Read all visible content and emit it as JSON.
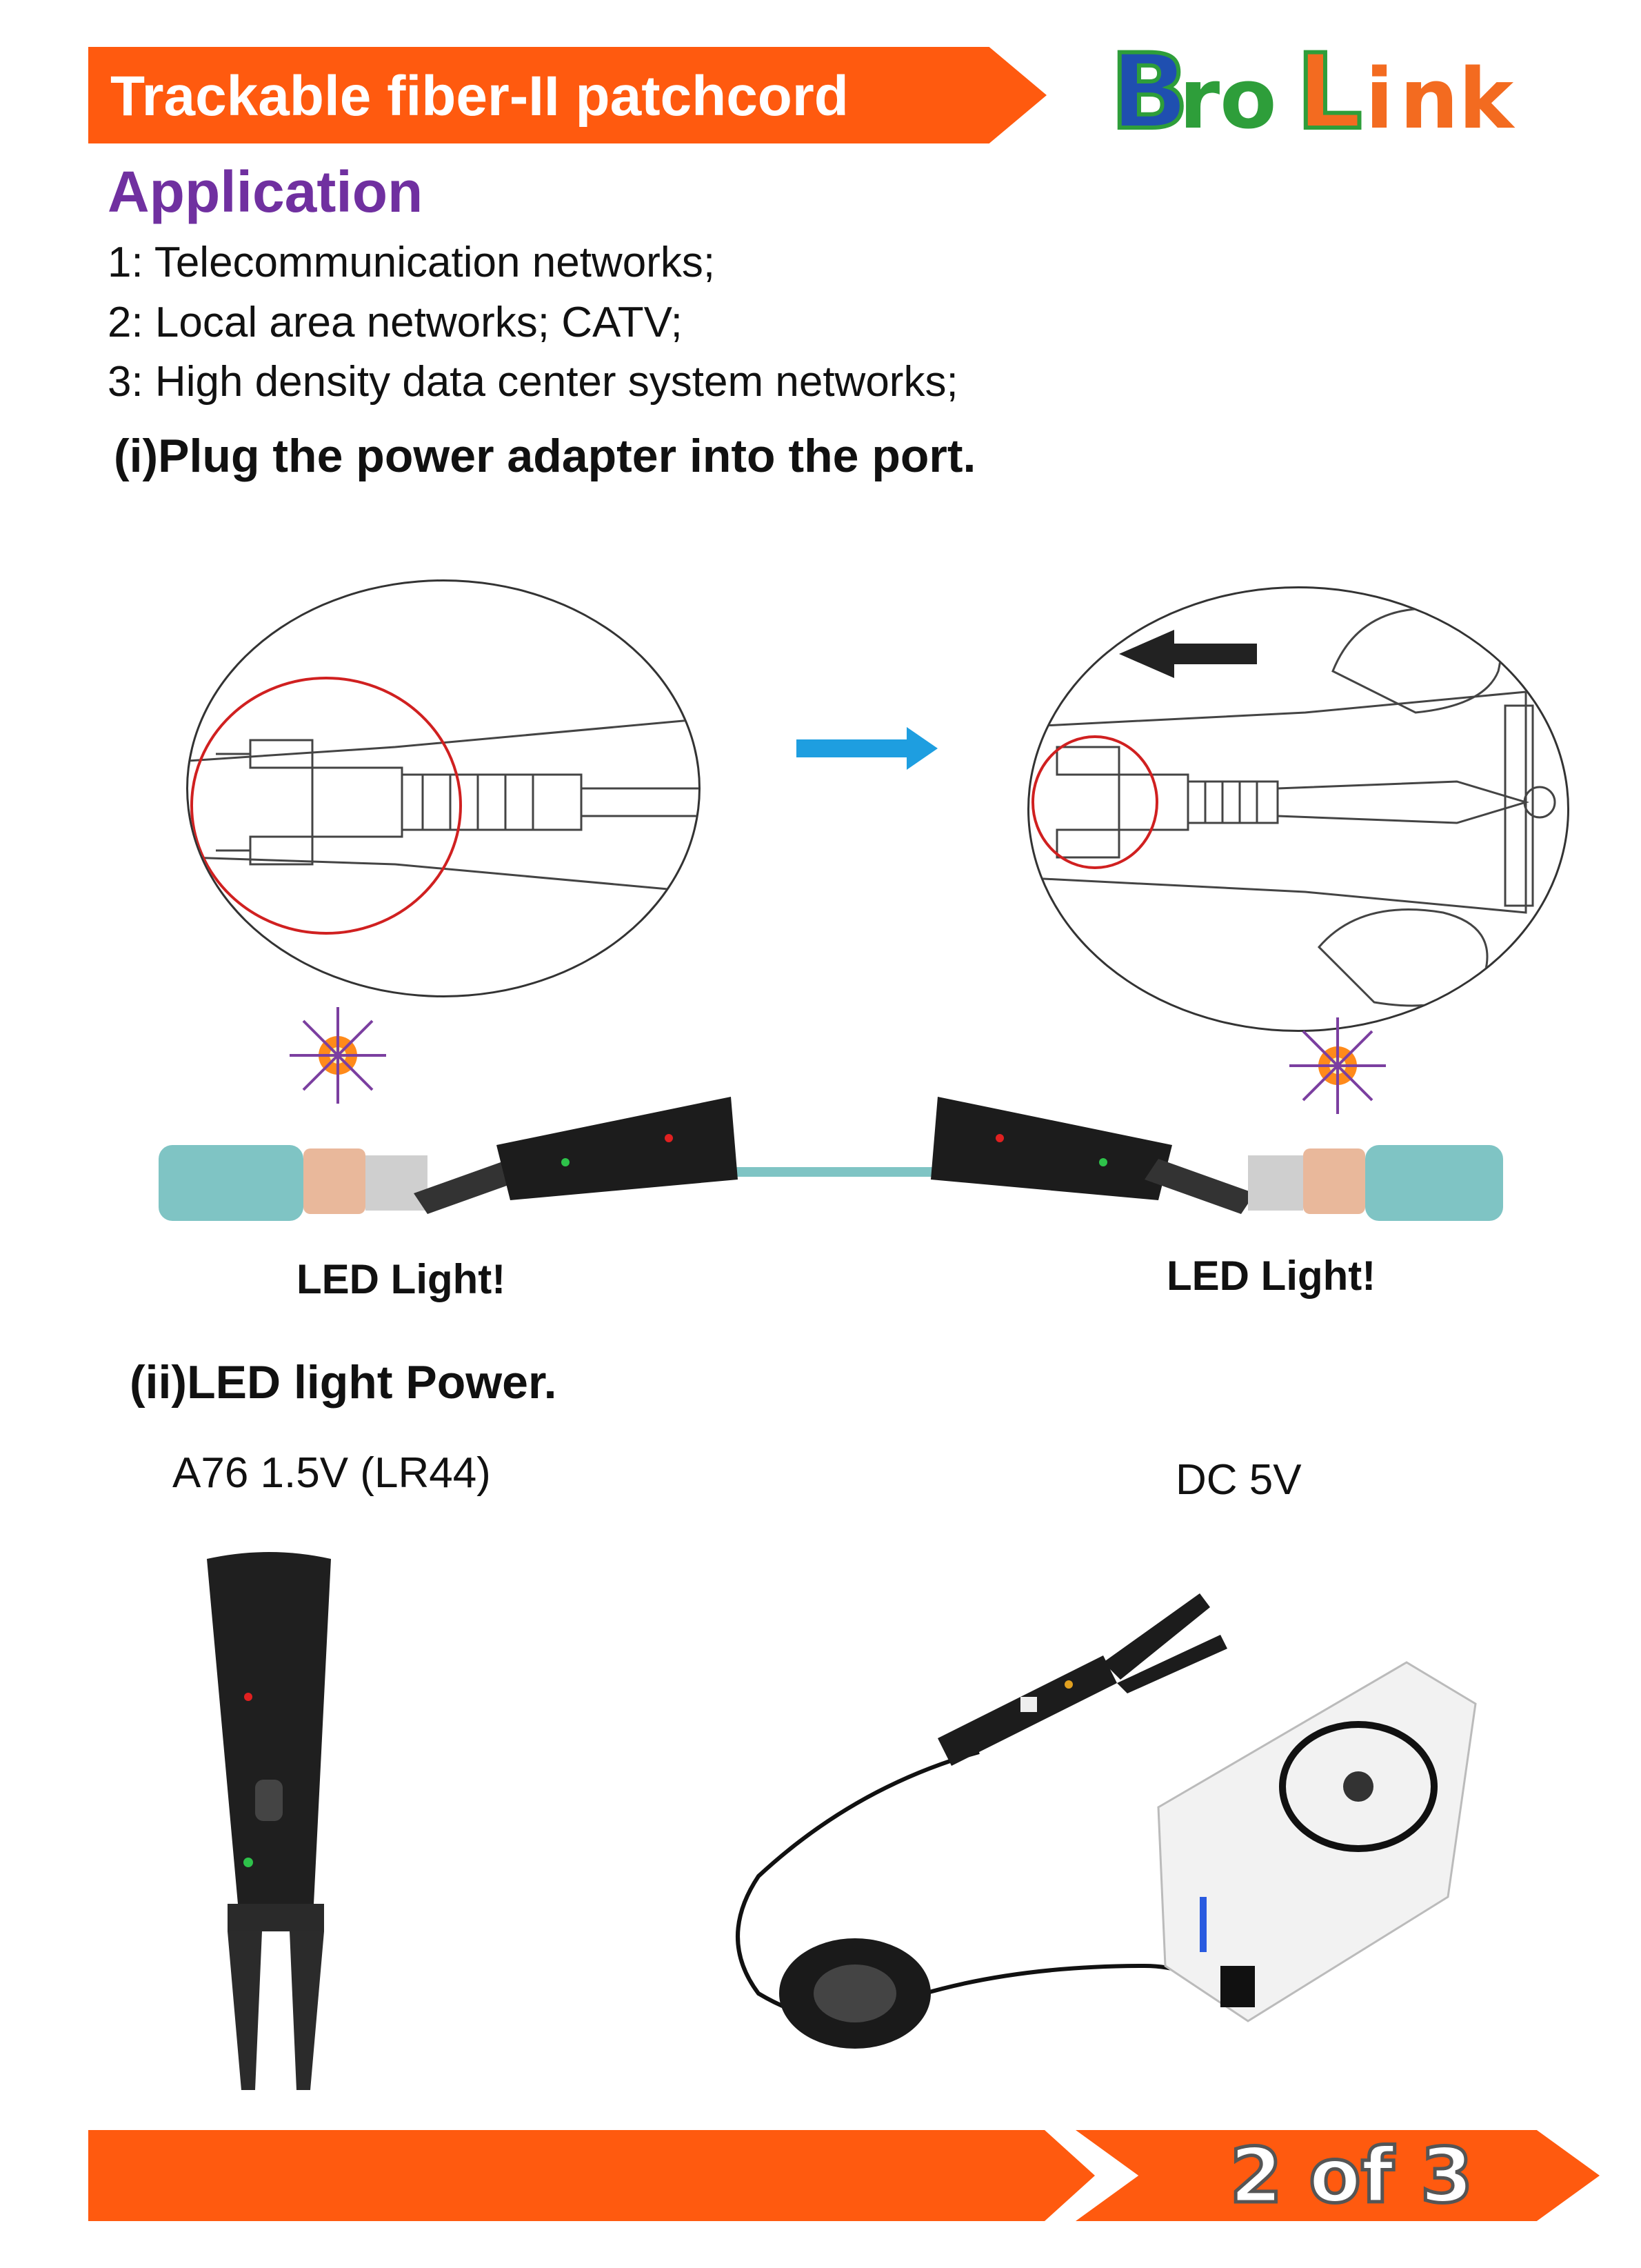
{
  "header": {
    "title": "Trackable fiber-II patchcord",
    "logo_text": [
      "B",
      "ro",
      "L",
      "i",
      "nk"
    ]
  },
  "application": {
    "heading": "Application",
    "items": [
      "1: Telecommunication networks;",
      "2: Local area networks; CATV;",
      "3: High density data center system networks;"
    ]
  },
  "step1": {
    "heading": "(i)Plug the power adapter into the port.",
    "led_left": "LED Light!",
    "led_right": "LED Light!"
  },
  "step2": {
    "heading": "(ii)LED light Power.",
    "battery_label": "A76 1.5V (LR44)",
    "dc_label": "DC 5V"
  },
  "footer": {
    "page": "2 of  3"
  },
  "colors": {
    "accent_orange": "#ff5a0f",
    "heading_purple": "#7030a0",
    "logo_green": "#2e9e3a",
    "logo_blue": "#1f4fb0",
    "logo_orange": "#f36b20",
    "fiber_teal": "#7fc4c4",
    "arrow_blue": "#1e9ee0"
  }
}
